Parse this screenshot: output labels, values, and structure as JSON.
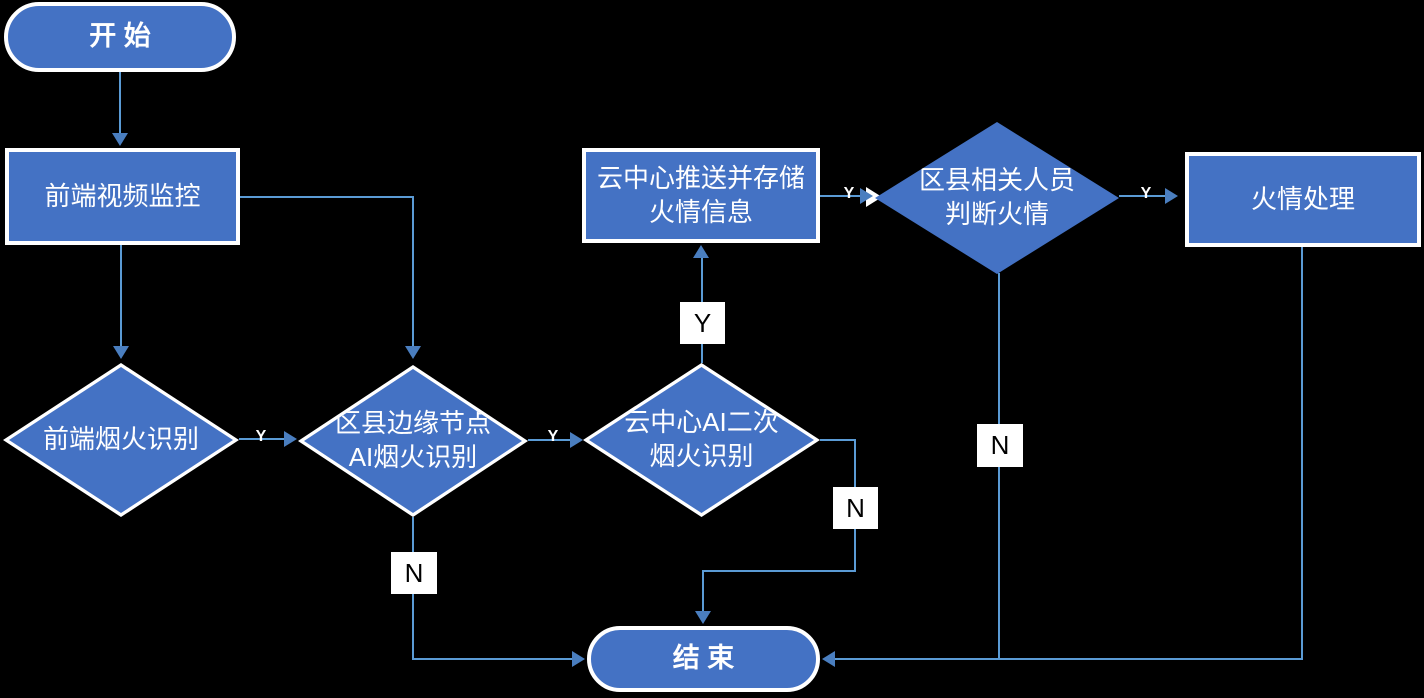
{
  "flowchart": {
    "nodes": {
      "start": {
        "type": "terminator",
        "label": "开 始"
      },
      "video_monitor": {
        "type": "process",
        "label": "前端视频监控"
      },
      "front_smoke_detect": {
        "type": "decision",
        "label": "前端烟火识别"
      },
      "edge_ai_detect": {
        "type": "decision",
        "label": "区县边缘节点\nAI烟火识别"
      },
      "cloud_ai_detect": {
        "type": "decision",
        "label": "云中心AI二次\n烟火识别"
      },
      "cloud_push_store": {
        "type": "process",
        "label": "云中心推送并存储\n火情信息"
      },
      "county_judge": {
        "type": "decision",
        "label": "区县相关人员\n判断火情"
      },
      "fire_handle": {
        "type": "process",
        "label": "火情处理"
      },
      "end": {
        "type": "terminator",
        "label": "结 束"
      }
    },
    "edges": [
      {
        "from": "start",
        "to": "video_monitor",
        "label": ""
      },
      {
        "from": "video_monitor",
        "to": "front_smoke_detect",
        "label": ""
      },
      {
        "from": "video_monitor",
        "to": "edge_ai_detect",
        "label": ""
      },
      {
        "from": "front_smoke_detect",
        "to": "edge_ai_detect",
        "label": "Y"
      },
      {
        "from": "edge_ai_detect",
        "to": "cloud_ai_detect",
        "label": "Y"
      },
      {
        "from": "edge_ai_detect",
        "to": "end",
        "label": "N"
      },
      {
        "from": "cloud_ai_detect",
        "to": "cloud_push_store",
        "label": "Y"
      },
      {
        "from": "cloud_ai_detect",
        "to": "end",
        "label": "N"
      },
      {
        "from": "cloud_push_store",
        "to": "county_judge",
        "label": "Y"
      },
      {
        "from": "county_judge",
        "to": "fire_handle",
        "label": "Y"
      },
      {
        "from": "county_judge",
        "to": "end",
        "label": "N"
      },
      {
        "from": "fire_handle",
        "to": "end",
        "label": ""
      }
    ],
    "colors": {
      "canvas_bg": "#000000",
      "shape_fill": "#4472C4",
      "shape_border": "#FFFFFF",
      "node_text": "#FFFFFF",
      "connector": "#5B9BD5",
      "arrowhead": "#4A7EBF",
      "label_box_bg": "#FFFFFF",
      "label_box_text": "#000000"
    }
  }
}
